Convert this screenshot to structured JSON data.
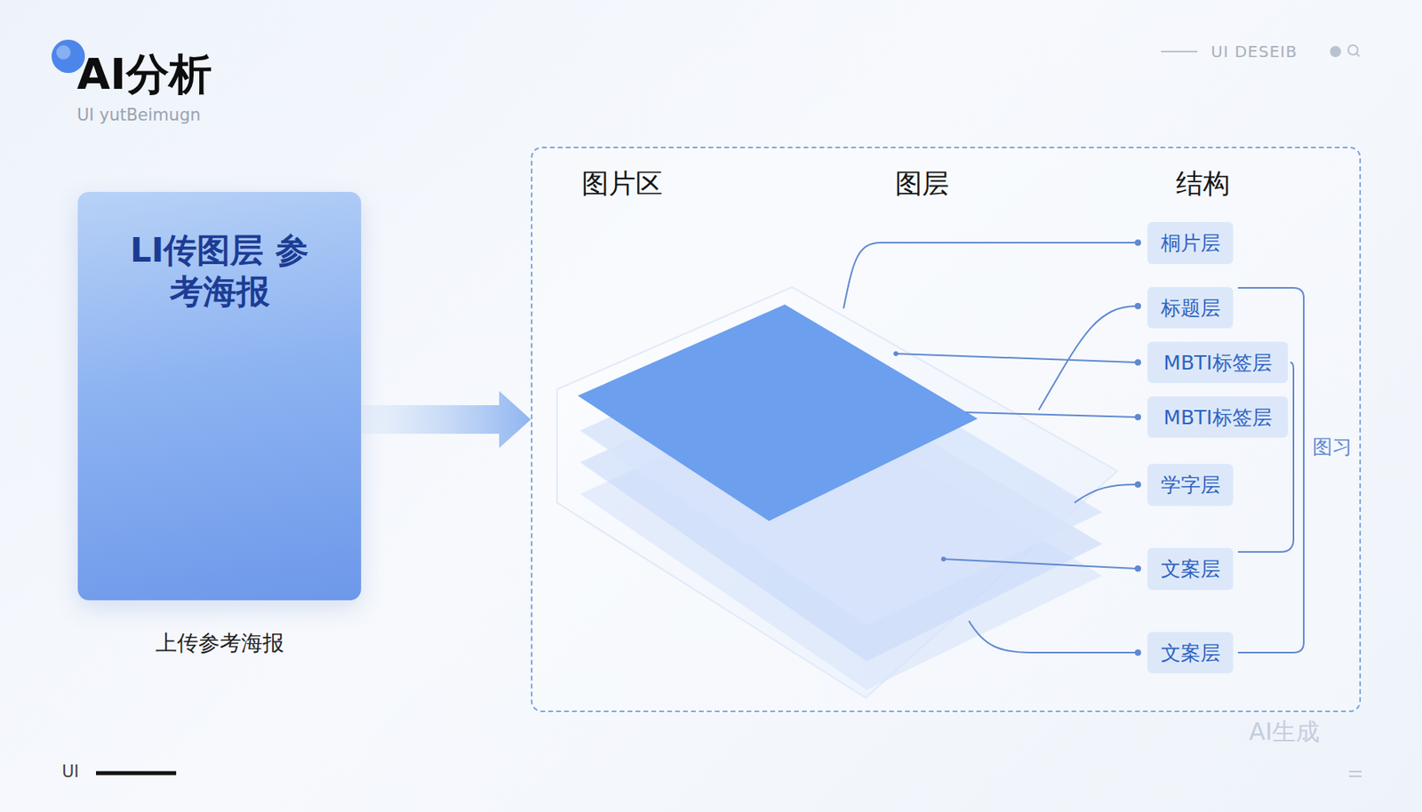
{
  "diagram": {
    "title": "AI分析",
    "nodes": [
      {
        "text": [
          "LI传图层 参考海报",
          "上传参考海报"
        ]
      },
      {
        "text": [
          "图片区",
          "图层",
          "结构"
        ]
      },
      {
        "text": [
          "桐片层"
        ],
        "in": 1
      },
      {
        "text": [
          "标题层"
        ],
        "in": 1
      },
      {
        "text": [
          "MBTI标签层"
        ],
        "in": 1
      },
      {
        "text": [
          "MBTI标签层"
        ],
        "in": 1
      },
      {
        "text": [
          "学字层"
        ],
        "in": 1
      },
      {
        "text": [
          "文案层"
        ],
        "in": 1
      },
      {
        "text": [
          "文案层"
        ],
        "in": 1
      }
    ],
    "edges": [
      {
        "from": 0,
        "to": 1,
        "arrow": "to"
      }
    ],
    "labels": [
      "UI yutBeimugn",
      "UI DESEIB",
      "图习",
      "UI",
      "AI生成"
    ]
  }
}
